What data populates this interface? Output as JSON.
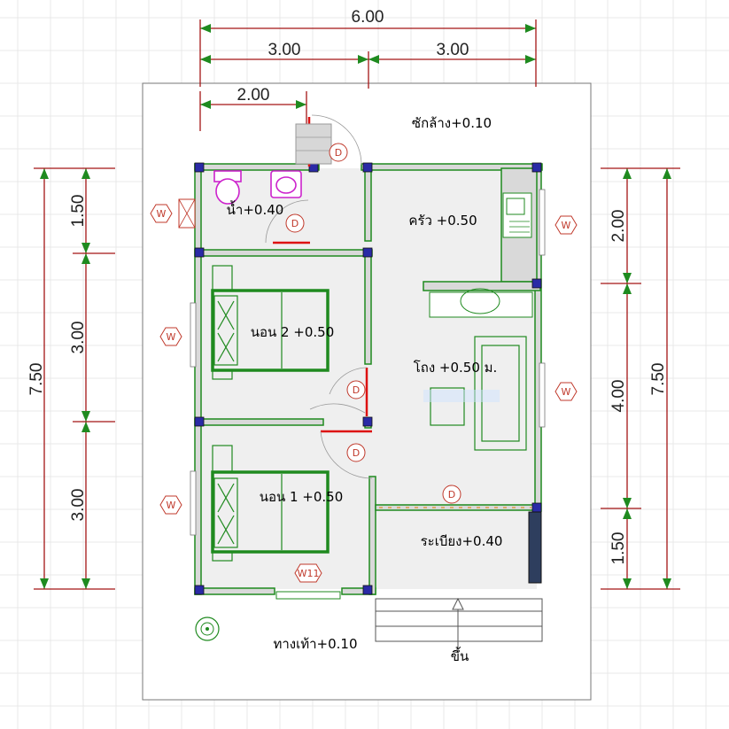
{
  "dimensions": {
    "top_total": "6.00",
    "top_left": "3.00",
    "top_right": "3.00",
    "top_small": "2.00",
    "left_total": "7.50",
    "left_a": "1.50",
    "left_b": "3.00",
    "left_c": "3.00",
    "right_total": "7.50",
    "right_a": "2.00",
    "right_b": "4.00",
    "right_c": "1.50"
  },
  "rooms": {
    "laundry": "ซักล้าง+0.10",
    "bath": "น้ำ+0.40",
    "kitchen": "ครัว +0.50",
    "bed2": "นอน 2 +0.50",
    "living": "โถง +0.50 ม.",
    "bed1": "นอน 1 +0.50",
    "porch": "ระเบียง+0.40",
    "walkway": "ทางเท้า+0.10",
    "up": "ขึ้น"
  },
  "tags": {
    "door": "D",
    "window": "W",
    "window11": "W11"
  },
  "colors": {
    "wall_outline": "#1f8a1f",
    "dimension_line": "#a31515",
    "column": "#2a2aa6",
    "tag": "#c0392b"
  }
}
